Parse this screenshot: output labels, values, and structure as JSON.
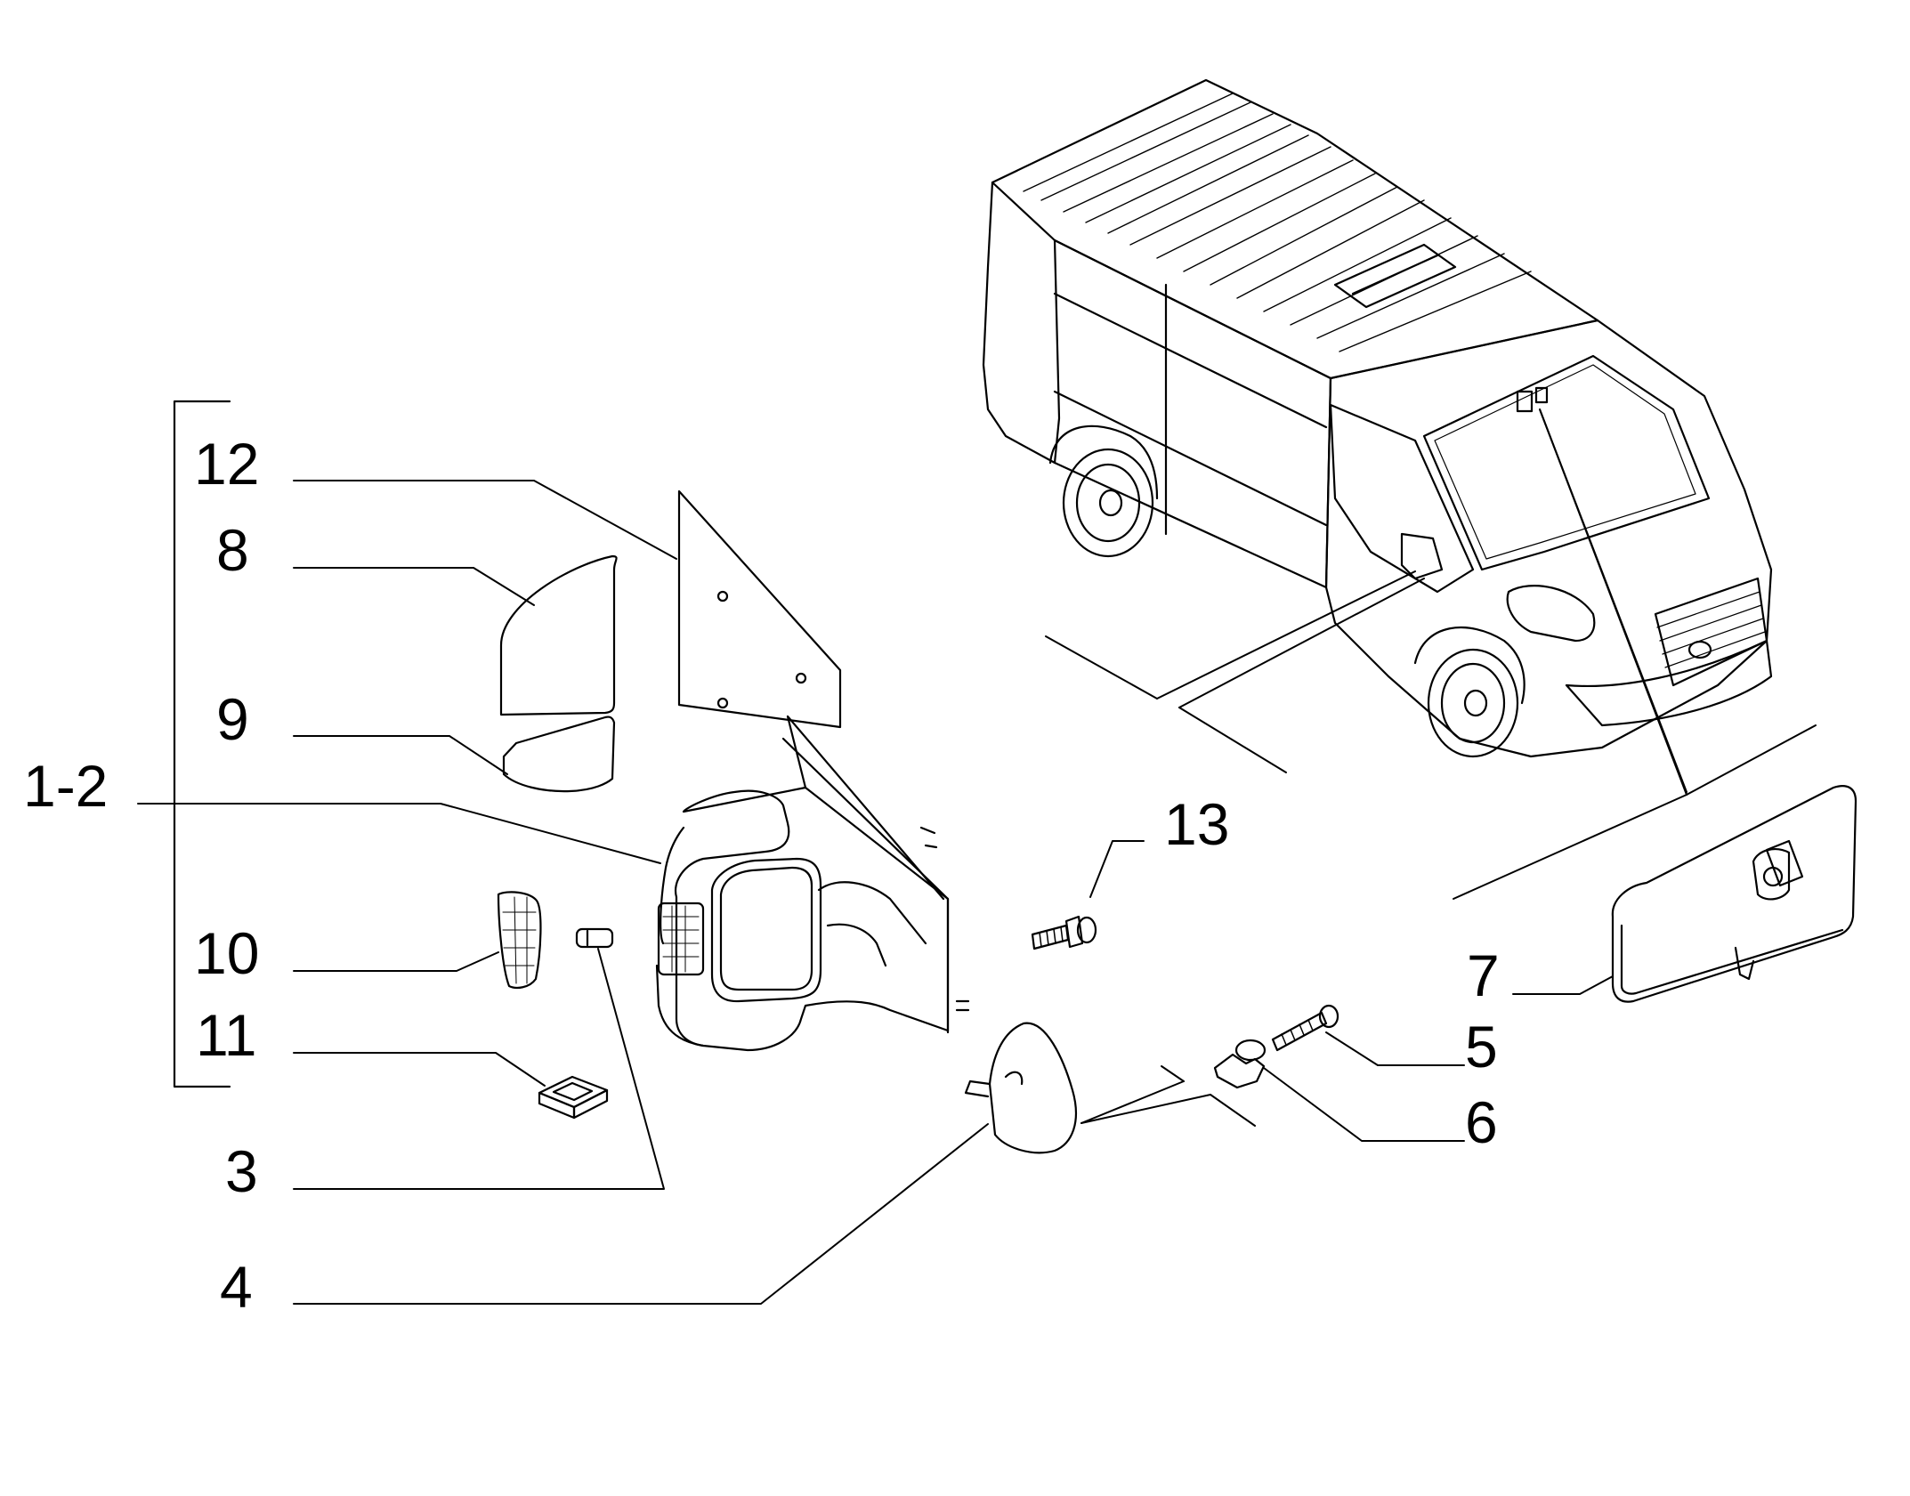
{
  "callouts": {
    "c12": "12",
    "c8": "8",
    "c9": "9",
    "c1_2": "1-2",
    "c10": "10",
    "c11": "11",
    "c3": "3",
    "c4": "4",
    "c13": "13",
    "c7": "7",
    "c5": "5",
    "c6": "6"
  },
  "colors": {
    "ink": "#000000",
    "paper": "#ffffff"
  }
}
